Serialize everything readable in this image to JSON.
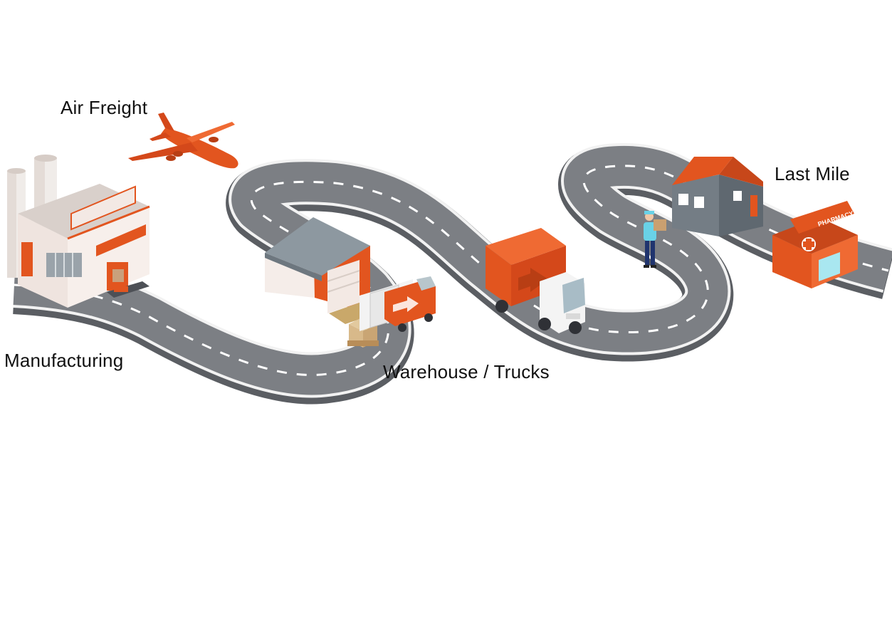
{
  "labels": {
    "air_freight": "Air Freight",
    "manufacturing": "Manufacturing",
    "warehouse_trucks": "Warehouse / Trucks",
    "last_mile": "Last Mile"
  },
  "signs": {
    "pharmacy": "PHARMACY"
  },
  "colors": {
    "accent_orange": "#e2551f",
    "road_gray": "#7c7f84",
    "road_edge": "#f2f2f2",
    "building_light": "#f3e9e4",
    "roof_gray": "#8d98a0"
  },
  "icons": [
    "factory-icon",
    "airplane-icon",
    "warehouse-icon",
    "delivery-van-icon",
    "pallet-boxes-icon",
    "box-truck-icon",
    "courier-person-icon",
    "house-icon",
    "pharmacy-icon"
  ]
}
